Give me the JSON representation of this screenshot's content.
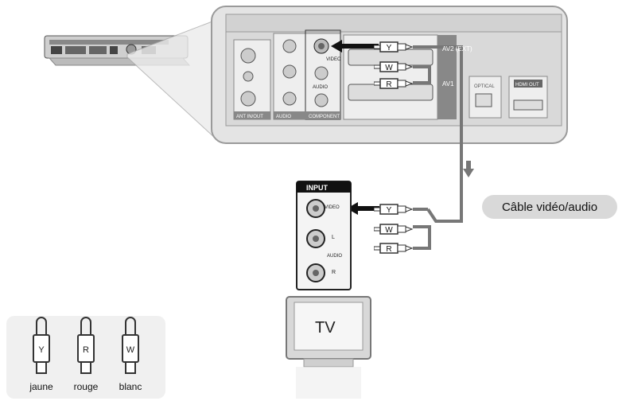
{
  "recorder": {
    "av2_label": "AV2\n(EXT)",
    "av1_label": "AV1",
    "optical_label": "OPTICAL",
    "hdmi_label": "HDMI OUT",
    "video_label": "VIDEO",
    "audio_label": "AUDIO",
    "jack_ext_label": "(EXT)",
    "left_block_label": "ANT IN/OUT",
    "mid_block_label_1": "AUDIO",
    "mid_block_label_2": "COMPONENT"
  },
  "plugs_top": [
    "Y",
    "W",
    "R"
  ],
  "plugs_bottom": [
    "Y",
    "W",
    "R"
  ],
  "tv_panel": {
    "header": "INPUT",
    "video_label": "VIDEO",
    "l_label": "L",
    "audio_label": "AUDIO",
    "r_label": "R"
  },
  "tv_label": "TV",
  "cable_label": "Câble vidéo/audio",
  "legend": [
    {
      "letter": "Y",
      "name": "jaune"
    },
    {
      "letter": "R",
      "name": "rouge"
    },
    {
      "letter": "W",
      "name": "blanc"
    }
  ],
  "colors": {
    "panel": "#e4e4e4",
    "panel_border": "#9a9a9a",
    "cable": "#777777",
    "arrow": "#111111",
    "legend_bg": "#f0f0f0"
  }
}
